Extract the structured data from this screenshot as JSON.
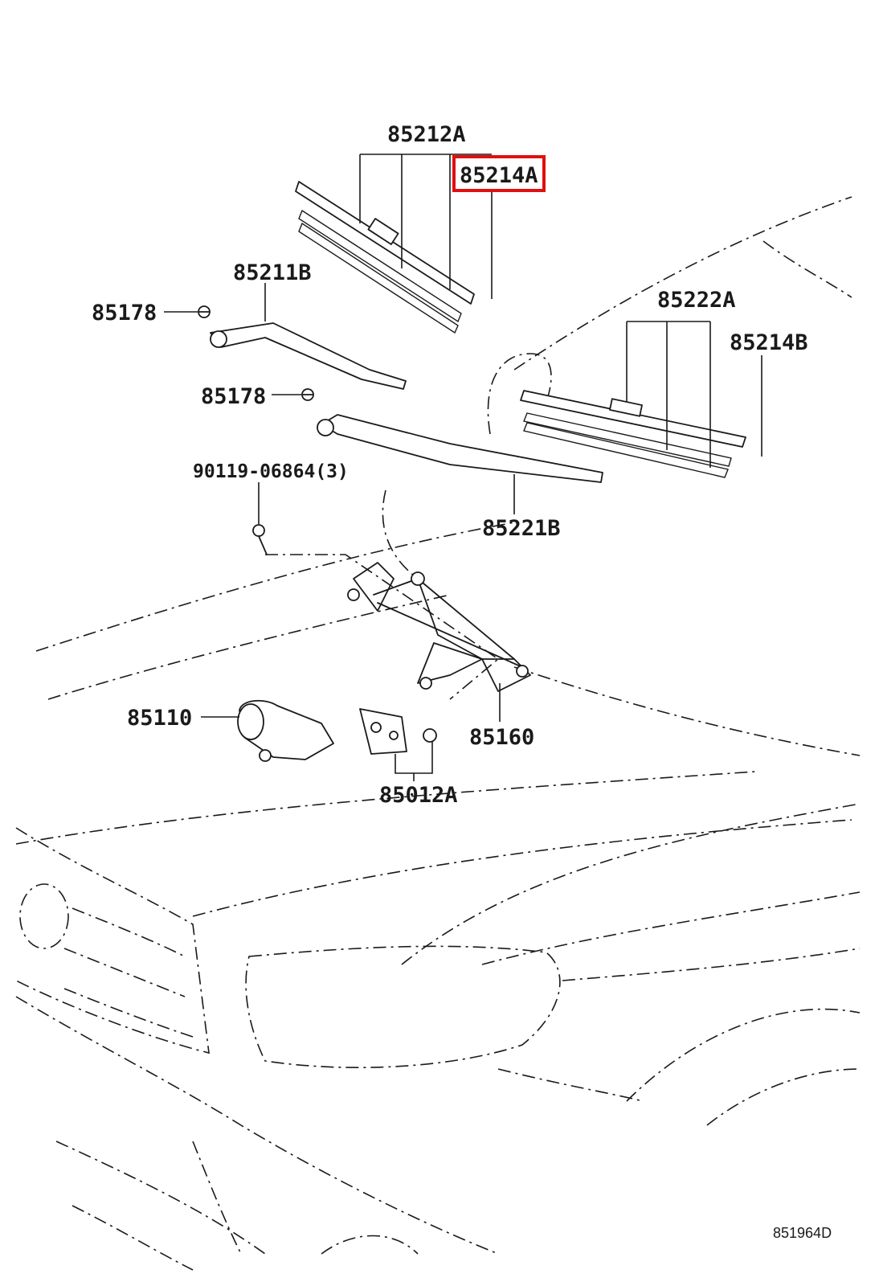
{
  "diagram": {
    "labels": {
      "blade_assy_front_driver": "85212A",
      "blade_rubber_a": "85214A",
      "arm_b": "85211B",
      "nut_upper": "85178",
      "nut_lower": "85178",
      "blade_assy_passenger": "85222A",
      "blade_rubber_b": "85214B",
      "arm_passenger": "85221B",
      "bolt": "90119-06864(3)",
      "linkage": "85160",
      "motor": "85110",
      "bracket_kit": "85012A"
    },
    "highlighted_label": "85214A",
    "highlight_color": "#e01010",
    "drawing_code": "851964D"
  }
}
